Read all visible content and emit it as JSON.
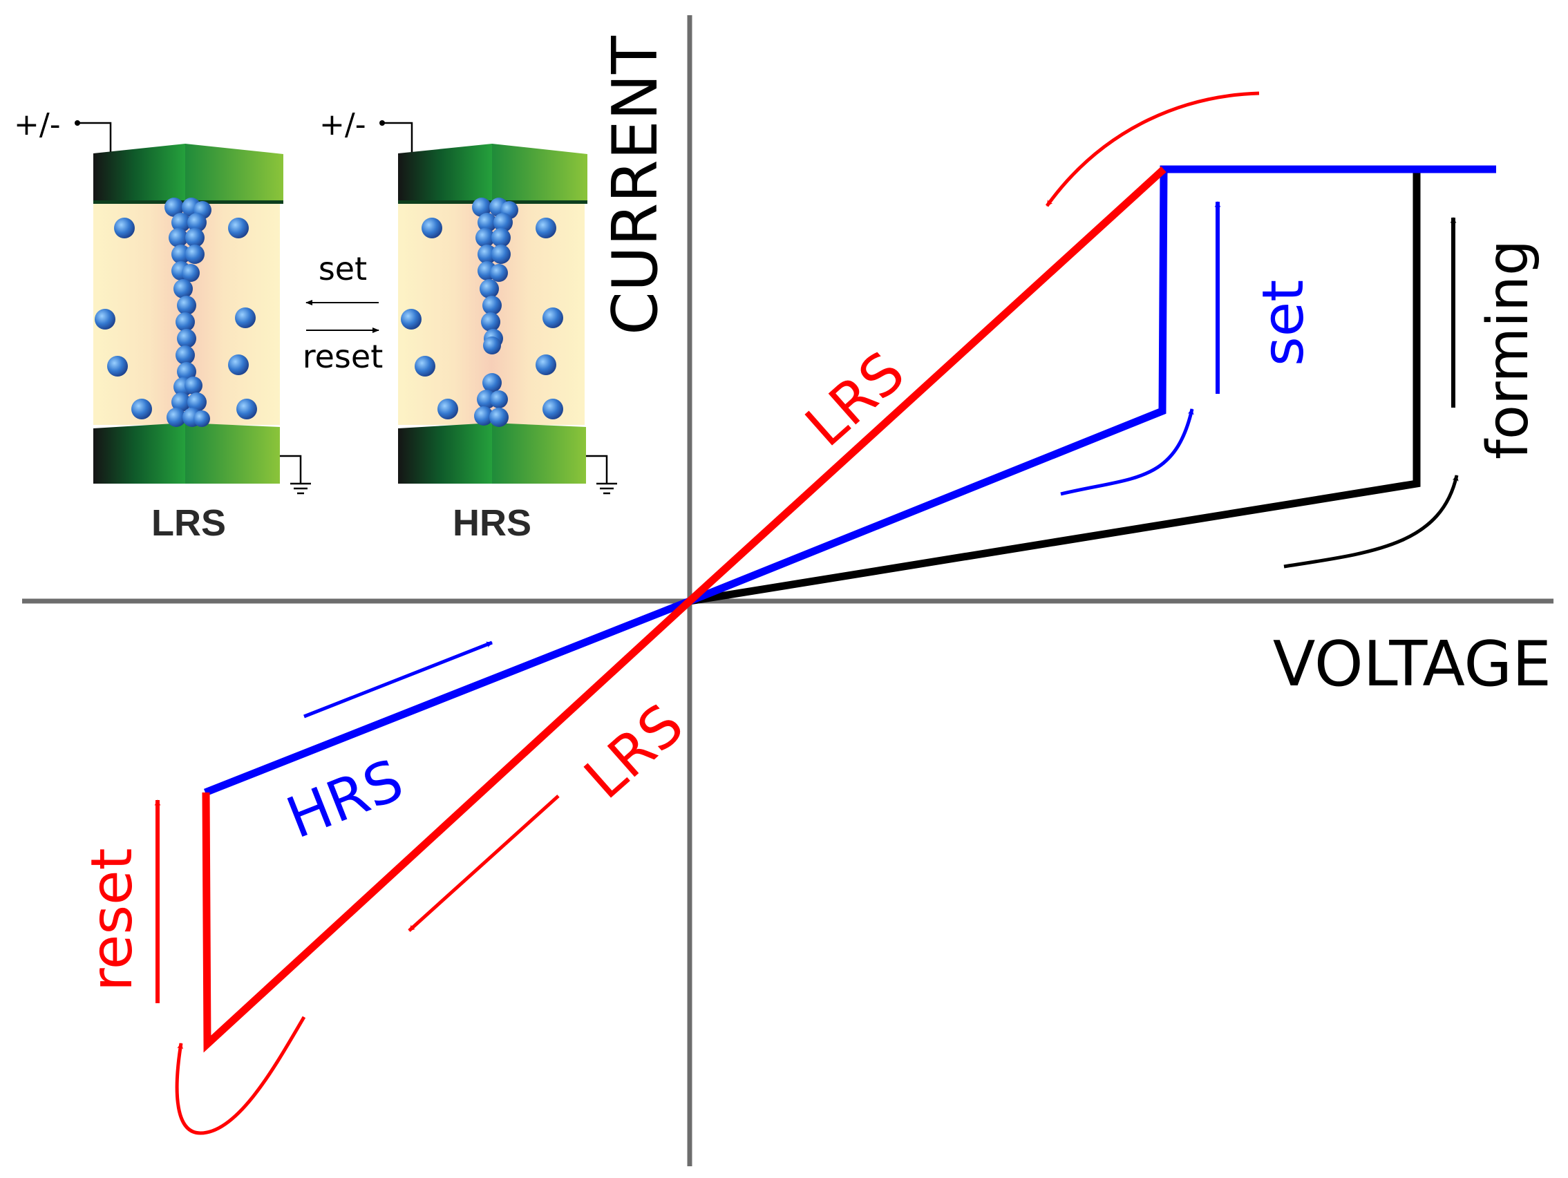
{
  "axes": {
    "x_label": "VOLTAGE",
    "y_label": "CURRENT"
  },
  "curves": {
    "lrs_upper": "LRS",
    "lrs_lower": "LRS",
    "hrs": "HRS",
    "set": "set",
    "reset": "reset",
    "forming": "forming"
  },
  "inset": {
    "left_cell": {
      "caption": "LRS",
      "terminal": "+/-"
    },
    "right_cell": {
      "caption": "HRS",
      "terminal": "+/-"
    },
    "transition_set": "set",
    "transition_reset": "reset"
  },
  "colors": {
    "axis": "#6d6d6d",
    "lrs": "#ff0000",
    "hrs": "#0000ff",
    "forming": "#000000",
    "electrode": "#1e9a3a",
    "oxide": "#fdf2c0",
    "ion": "#3b82d6"
  }
}
